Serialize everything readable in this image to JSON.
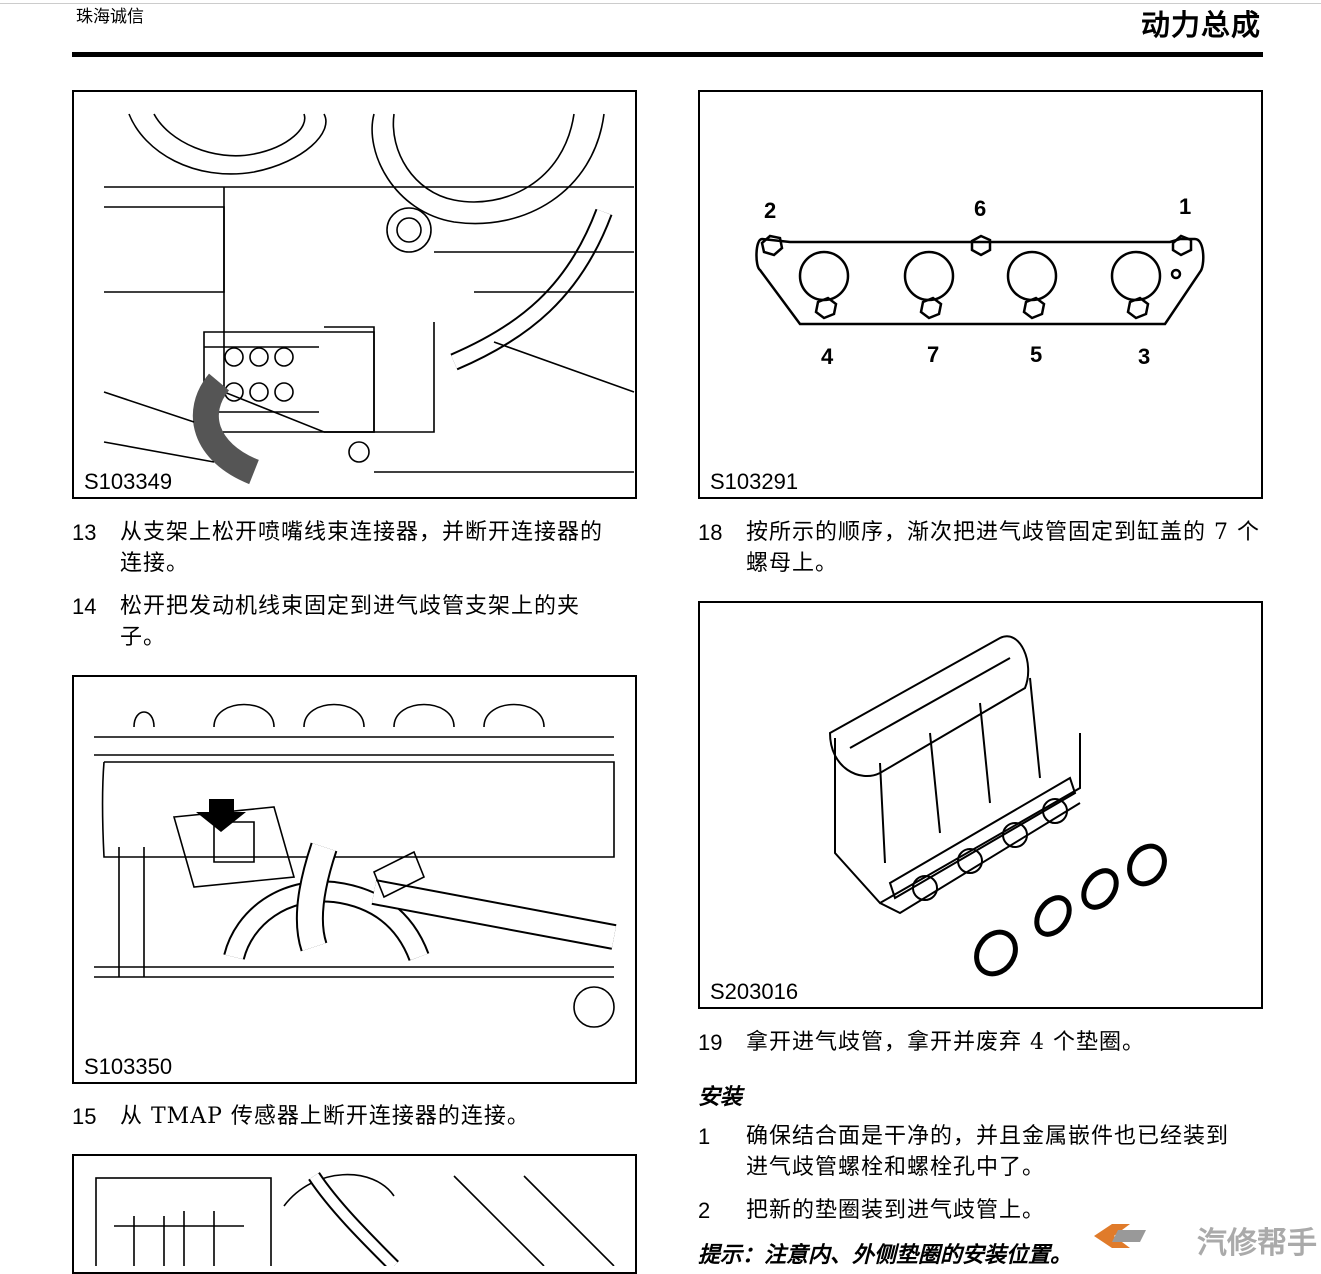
{
  "header": {
    "company": "珠海诚信",
    "section": "动力总成"
  },
  "figures": {
    "f1": {
      "code": "S103349"
    },
    "f2": {
      "code": "S103291",
      "labels": [
        "2",
        "6",
        "1",
        "4",
        "7",
        "5",
        "3"
      ]
    },
    "f3": {
      "code": "S103350"
    },
    "f4": {
      "code": "S203016"
    }
  },
  "steps": {
    "s13": {
      "num": "13",
      "line1": "从支架上松开喷嘴线束连接器，并断开连接器的",
      "line2": "连接。"
    },
    "s14": {
      "num": "14",
      "line1": "松开把发动机线束固定到进气歧管支架上的夹",
      "line2": "子。"
    },
    "s15": {
      "num": "15",
      "line1": "从 TMAP 传感器上断开连接器的连接。"
    },
    "s18": {
      "num": "18",
      "line1": "按所示的顺序，渐次把进气歧管固定到缸盖的 7 个",
      "line2": "螺母上。"
    },
    "s19": {
      "num": "19",
      "line1": "拿开进气歧管，拿开并废弃 4 个垫圈。"
    },
    "i1": {
      "num": "1",
      "line1": "确保结合面是干净的，并且金属嵌件也已经装到",
      "line2": "进气歧管螺栓和螺栓孔中了。"
    },
    "i2": {
      "num": "2",
      "line1": "把新的垫圈装到进气歧管上。"
    }
  },
  "install_heading": "安装",
  "note": "提示：注意内、外侧垫圈的安装位置。",
  "watermark": "汽修帮手"
}
